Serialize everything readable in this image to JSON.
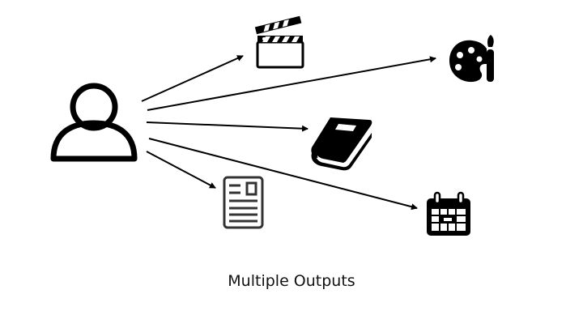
{
  "caption": "Multiple Outputs",
  "source": {
    "label": "User",
    "icon": "user-icon"
  },
  "outputs": [
    {
      "label": "Video",
      "icon": "clapperboard-icon"
    },
    {
      "label": "Art",
      "icon": "palette-brush-icon"
    },
    {
      "label": "Book",
      "icon": "book-icon"
    },
    {
      "label": "Document",
      "icon": "document-icon"
    },
    {
      "label": "Calendar",
      "icon": "calendar-icon"
    }
  ],
  "colors": {
    "stroke": "#000000",
    "background": "#ffffff"
  }
}
